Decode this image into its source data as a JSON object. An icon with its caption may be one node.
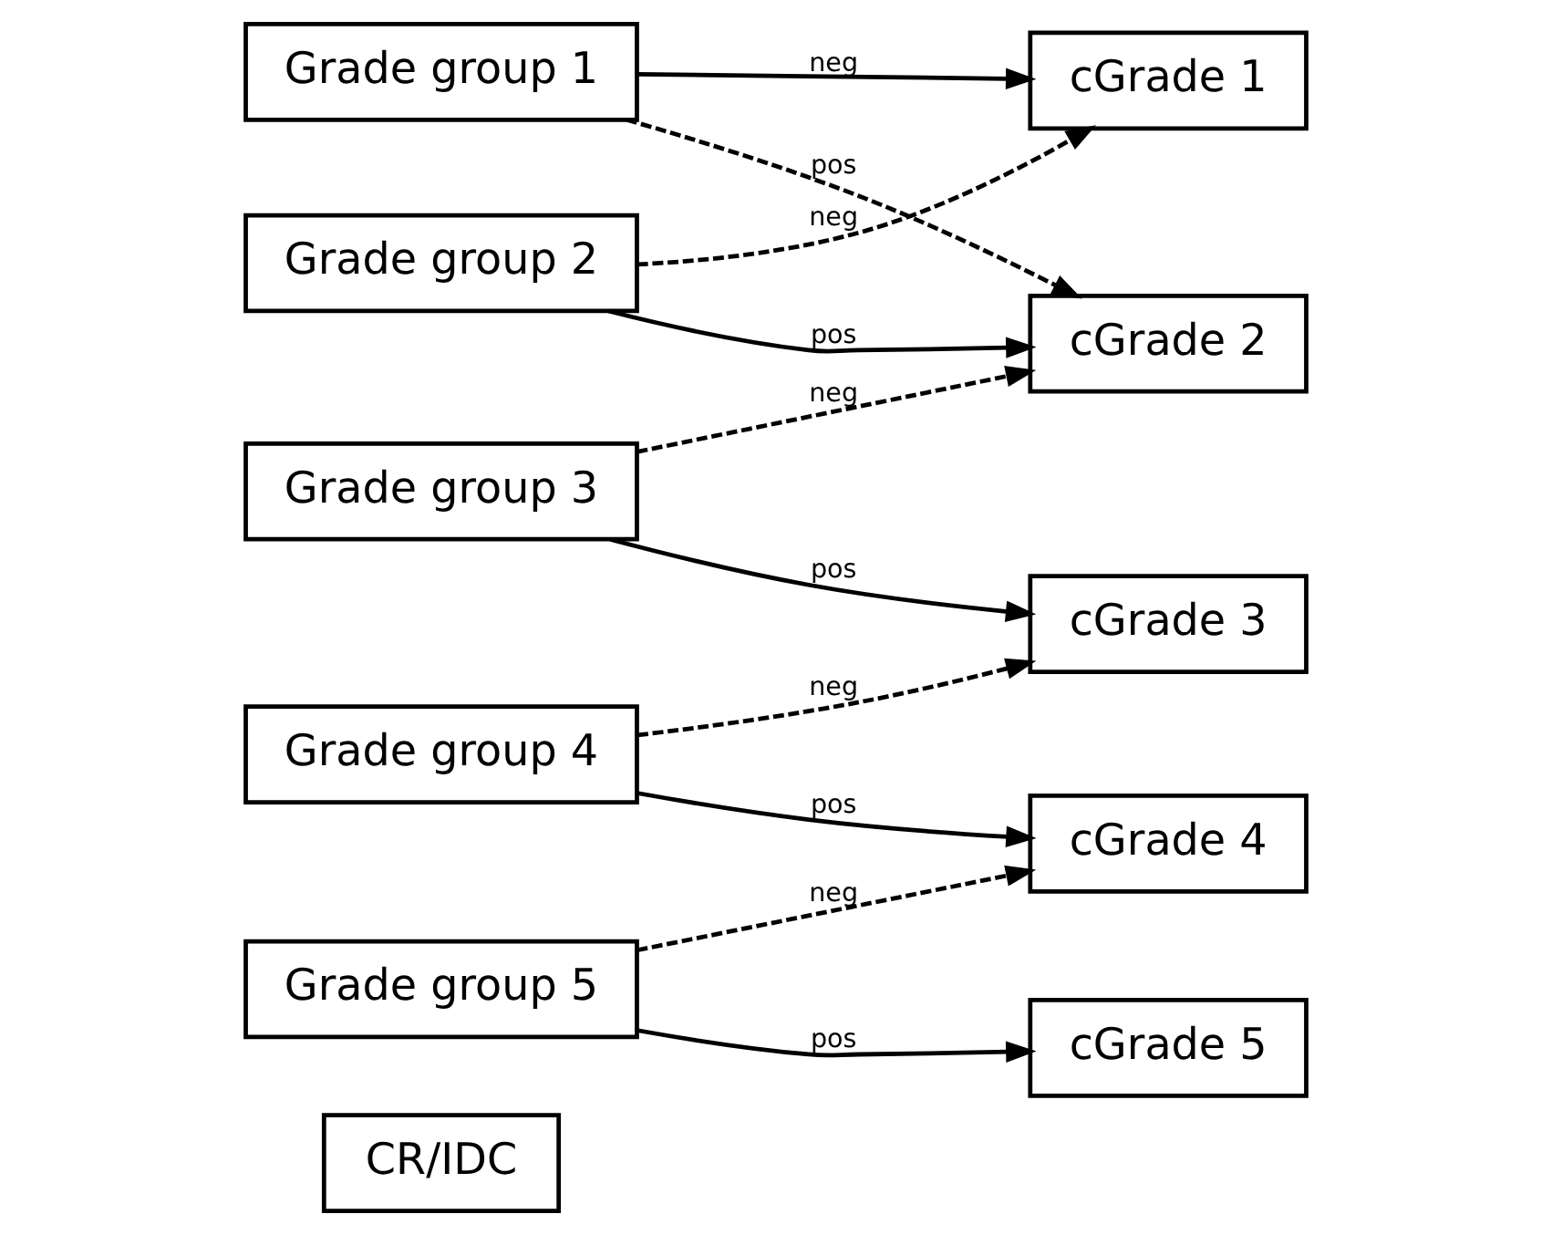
{
  "diagram": {
    "nodes": [
      {
        "text": [
          "CR/IDC"
        ]
      },
      {
        "text": [
          "Grade group 1"
        ]
      },
      {
        "text": [
          "cGrade 1"
        ]
      },
      {
        "text": [
          "Grade group 2"
        ]
      },
      {
        "text": [
          "cGrade 2"
        ]
      },
      {
        "text": [
          "Grade group 3"
        ]
      },
      {
        "text": [
          "cGrade 3"
        ]
      },
      {
        "text": [
          "Grade group 4"
        ]
      },
      {
        "text": [
          "cGrade 4"
        ]
      },
      {
        "text": [
          "Grade group 5"
        ]
      },
      {
        "text": [
          "cGrade 5"
        ]
      }
    ],
    "edges": [
      {
        "from": 1,
        "to": 2,
        "arrow": "to",
        "label": "neg"
      },
      {
        "from": 1,
        "to": 4,
        "arrow": "to",
        "label": "pos",
        "style": "dashed"
      },
      {
        "from": 3,
        "to": 2,
        "arrow": "to",
        "label": "neg",
        "style": "dashed"
      },
      {
        "from": 3,
        "to": 4,
        "arrow": "to",
        "label": "pos"
      },
      {
        "from": 5,
        "to": 4,
        "arrow": "to",
        "label": "neg",
        "style": "dashed"
      },
      {
        "from": 5,
        "to": 6,
        "arrow": "to",
        "label": "pos"
      },
      {
        "from": 7,
        "to": 6,
        "arrow": "to",
        "label": "neg",
        "style": "dashed"
      },
      {
        "from": 7,
        "to": 8,
        "arrow": "to",
        "label": "pos"
      },
      {
        "from": 9,
        "to": 8,
        "arrow": "to",
        "label": "neg",
        "style": "dashed"
      },
      {
        "from": 9,
        "to": 10,
        "arrow": "to",
        "label": "pos"
      }
    ]
  }
}
